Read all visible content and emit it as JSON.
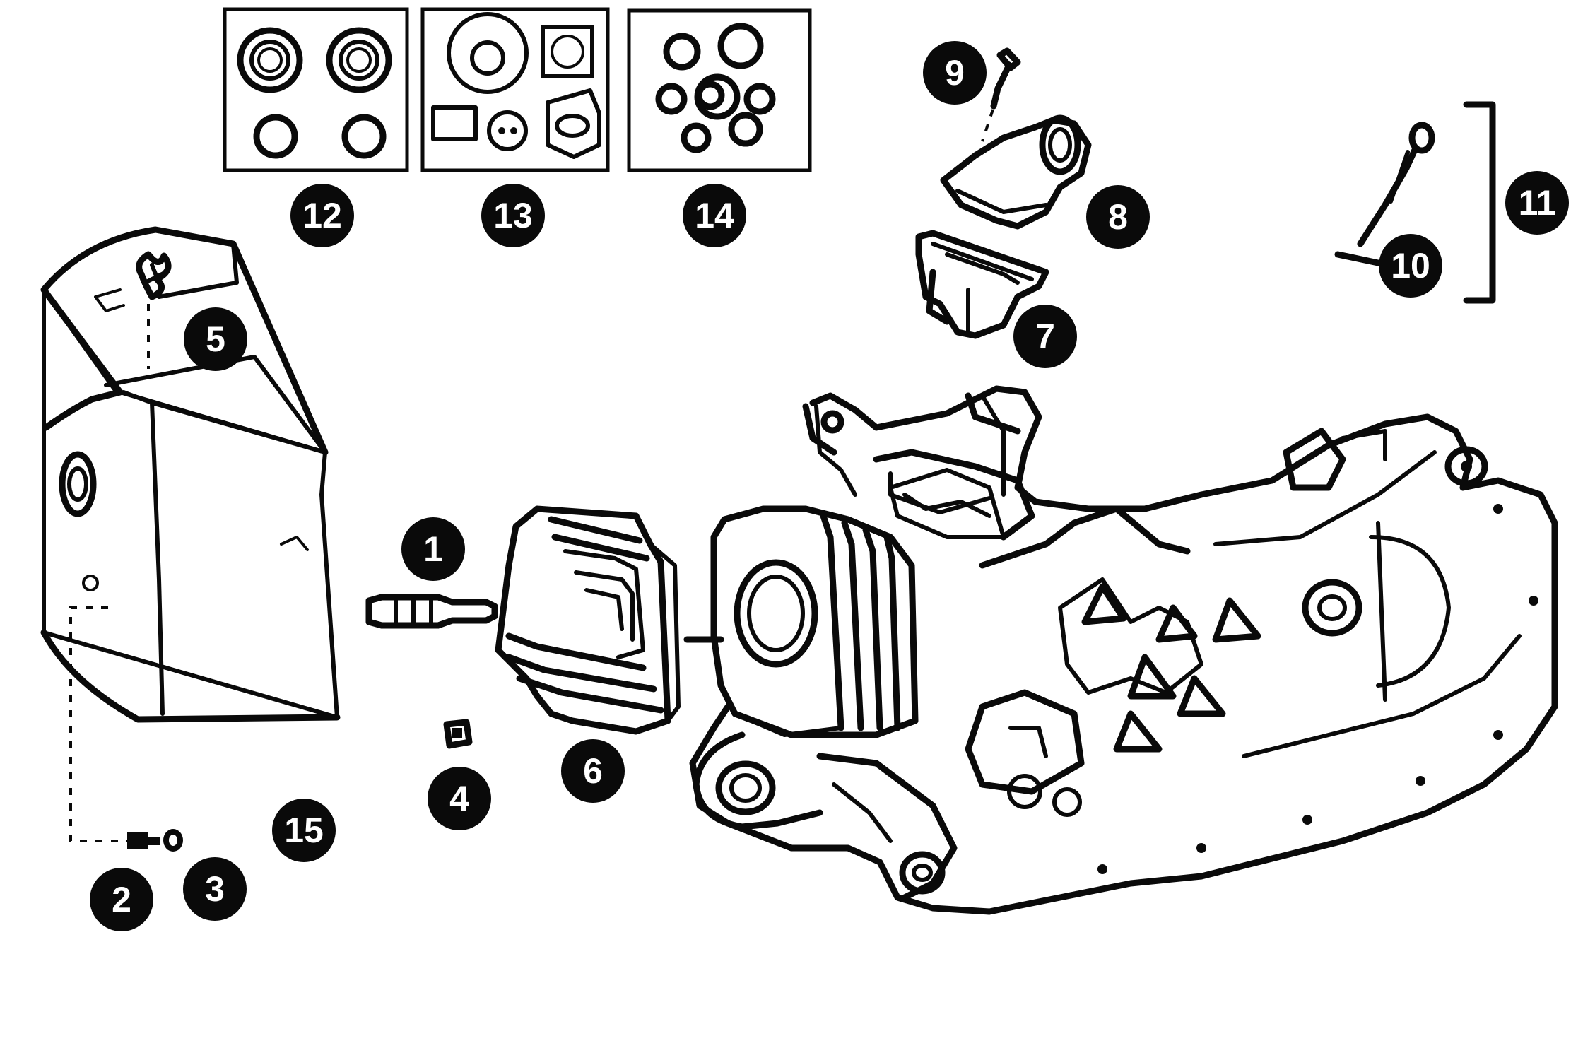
{
  "diagram": {
    "type": "exploded-parts-diagram",
    "callouts": [
      {
        "id": "c1",
        "label": "1"
      },
      {
        "id": "c2",
        "label": "2"
      },
      {
        "id": "c3",
        "label": "3"
      },
      {
        "id": "c4",
        "label": "4"
      },
      {
        "id": "c5",
        "label": "5"
      },
      {
        "id": "c6",
        "label": "6"
      },
      {
        "id": "c7",
        "label": "7"
      },
      {
        "id": "c8",
        "label": "8"
      },
      {
        "id": "c9",
        "label": "9"
      },
      {
        "id": "c10",
        "label": "10"
      },
      {
        "id": "c11",
        "label": "11"
      },
      {
        "id": "c12",
        "label": "12"
      },
      {
        "id": "c13",
        "label": "13"
      },
      {
        "id": "c14",
        "label": "14"
      },
      {
        "id": "c15",
        "label": "15"
      }
    ],
    "colors": {
      "ink": "#0a0a0a",
      "paper": "#ffffff"
    }
  }
}
